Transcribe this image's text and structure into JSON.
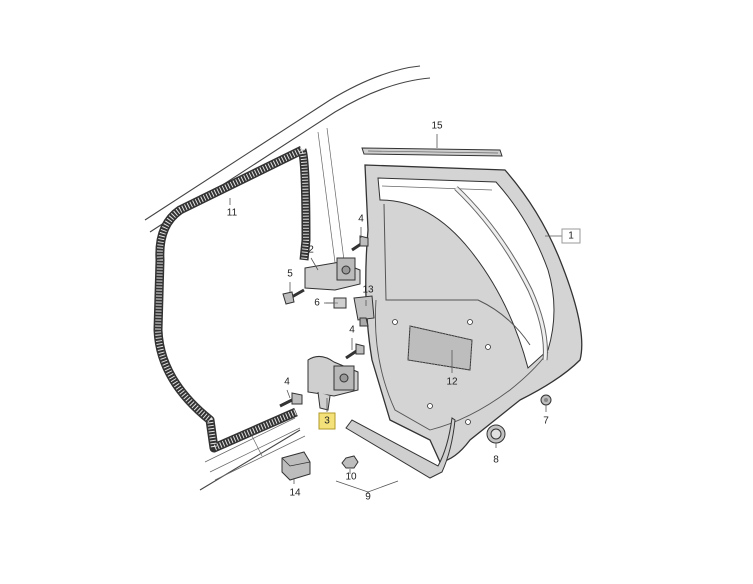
{
  "colors": {
    "highlight": "#f4e17a",
    "part_fill": "#d9d9d9",
    "part_dark": "#a9a9a9",
    "line": "#333333"
  },
  "callouts": {
    "c1": "1",
    "c2": "2",
    "c3": "3",
    "c4a": "4",
    "c4b": "4",
    "c4c": "4",
    "c5": "5",
    "c6": "6",
    "c7": "7",
    "c8": "8",
    "c9": "9",
    "c10": "10",
    "c11": "11",
    "c12": "12",
    "c13": "13",
    "c14": "14",
    "c15": "15"
  },
  "highlighted_callout": "3"
}
